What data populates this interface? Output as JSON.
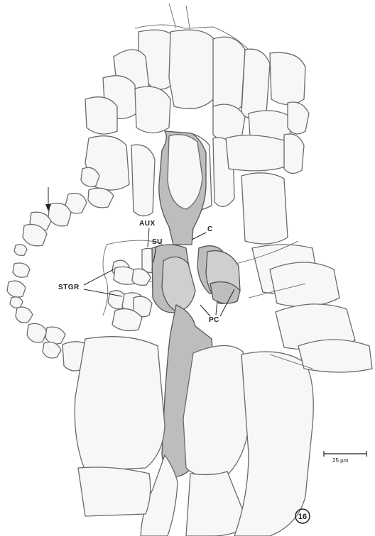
{
  "labels": {
    "aux": "AUX",
    "su": "SU",
    "c": "C",
    "stgr": "STGR",
    "pc": "PC"
  },
  "scale_bar": {
    "text": "25 µm"
  },
  "figure_number": "16"
}
